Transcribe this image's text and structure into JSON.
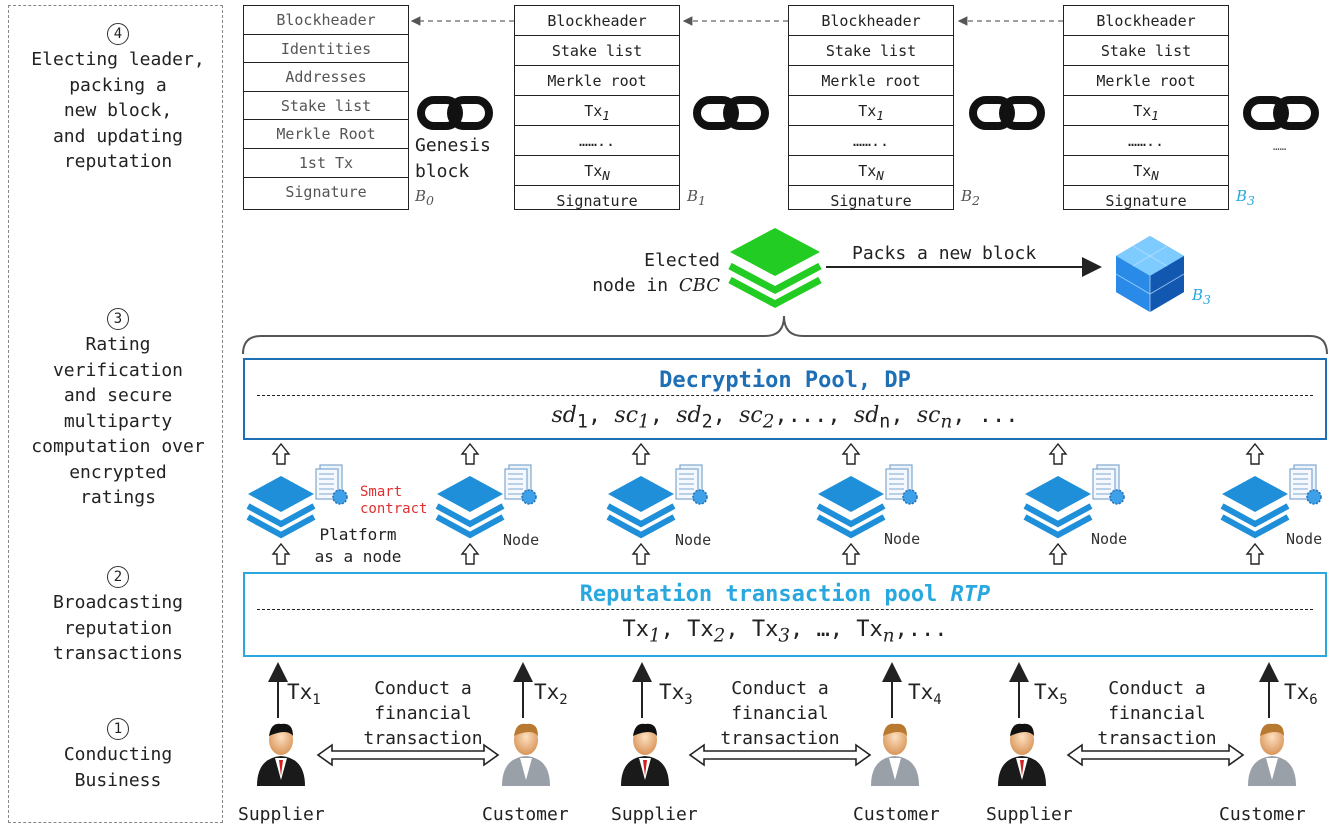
{
  "steps": [
    {
      "num": "4",
      "lines": [
        "Electing leader,",
        "packing a",
        "new block,",
        "and updating",
        "reputation"
      ]
    },
    {
      "num": "3",
      "lines": [
        "Rating",
        "verification",
        "and secure",
        "multiparty",
        "computation over",
        "encrypted",
        "ratings"
      ]
    },
    {
      "num": "2",
      "lines": [
        "Broadcasting",
        "reputation",
        "transactions"
      ]
    },
    {
      "num": "1",
      "lines": [
        "Conducting",
        "Business"
      ]
    }
  ],
  "genesis_block": {
    "rows": [
      "Blockheader",
      "Identities",
      "Addresses",
      "Stake list",
      "Merkle Root",
      "1st Tx",
      "Signature"
    ],
    "caption_lines": [
      "Genesis",
      "block"
    ],
    "label": "B0"
  },
  "blocks": [
    {
      "rows": [
        "Blockheader",
        "Stake list",
        "Merkle root",
        "Tx1",
        "……..",
        "TxN",
        "Signature"
      ],
      "label": "B1"
    },
    {
      "rows": [
        "Blockheader",
        "Stake list",
        "Merkle root",
        "Tx1",
        "……..",
        "TxN",
        "Signature"
      ],
      "label": "B2"
    },
    {
      "rows": [
        "Blockheader",
        "Stake list",
        "Merkle root",
        "Tx1",
        "……..",
        "TxN",
        "Signature"
      ],
      "label": "B3"
    }
  ],
  "chain_ellipsis": "……",
  "elected": {
    "line1": "Elected",
    "line2_prefix": "node in ",
    "line2_em": "CBC"
  },
  "packs_label": "Packs a new block",
  "new_block_label": "B3",
  "dp": {
    "title": "Decryption Pool, DP",
    "content": "sd1, sc1, sd2, sc2,..., sdn, scn, ..."
  },
  "rtp": {
    "title_prefix": "Reputation transaction pool ",
    "title_em": "RTP",
    "content": "Tx1, Tx2, Tx3, …, Txn,..."
  },
  "smart_contract": [
    "Smart",
    "contract"
  ],
  "platform_label": [
    "Platform",
    "as a node"
  ],
  "node_label": "Node",
  "tx_labels": [
    "Tx1",
    "Tx2",
    "Tx3",
    "Tx4",
    "Tx5",
    "Tx6"
  ],
  "conduct": [
    "Conduct a",
    "financial",
    "transaction"
  ],
  "people": [
    "Supplier",
    "Customer",
    "Supplier",
    "Customer",
    "Supplier",
    "Customer"
  ],
  "colors": {
    "dp_blue": "#1f6fb5",
    "rtp_cyan": "#29a8e0",
    "green": "#22cc22",
    "red_text": "#e03030",
    "b3_cyan": "#29a8e0"
  }
}
